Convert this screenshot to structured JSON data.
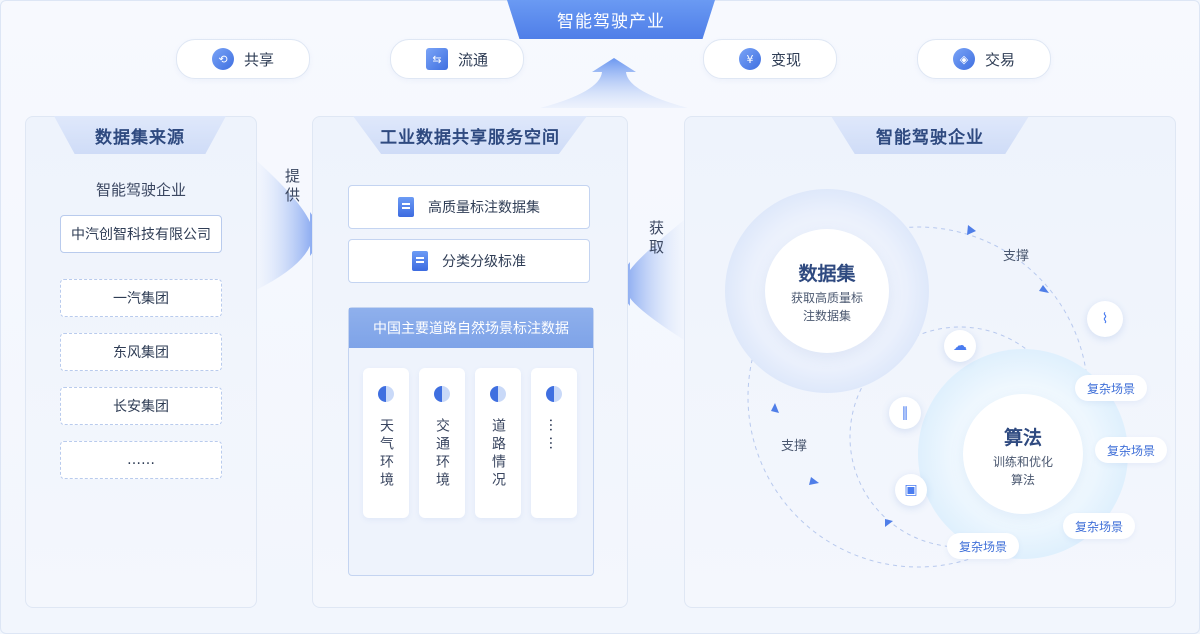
{
  "header": {
    "title": "智能驾驶产业"
  },
  "actions": [
    {
      "label": "共享",
      "icon": "share-icon"
    },
    {
      "label": "流通",
      "icon": "circulation-icon"
    },
    {
      "label": "变现",
      "icon": "monetize-icon"
    },
    {
      "label": "交易",
      "icon": "trade-icon"
    }
  ],
  "left_panel": {
    "title": "数据集来源",
    "subtitle": "智能驾驶企业",
    "companies": [
      "中汽创智科技有限公司",
      "一汽集团",
      "东风集团",
      "长安集团",
      "……"
    ]
  },
  "provide_label": "提供",
  "middle_panel": {
    "title": "工业数据共享服务空间",
    "datasets": [
      "高质量标注数据集",
      "分类分级标准"
    ],
    "scene_card": {
      "title": "中国主要道路自然场景标注数据",
      "columns": [
        "天气环境",
        "交通环境",
        "道路情况",
        "……"
      ]
    }
  },
  "obtain_label": "获取",
  "right_panel": {
    "title": "智能驾驶企业",
    "dataset_circle": {
      "title": "数据集",
      "desc_line1": "获取高质量标",
      "desc_line2": "注数据集"
    },
    "algorithm_circle": {
      "title": "算法",
      "desc_line1": "训练和优化",
      "desc_line2": "算法"
    },
    "support_labels": [
      "支撑",
      "支撑"
    ],
    "scene_tags": [
      "复杂场景",
      "复杂场景",
      "复杂场景",
      "复杂场景"
    ]
  },
  "colors": {
    "accent": "#4f7ee8",
    "panel_bg": "#eef3fc",
    "tag_text": "#3f6fd8"
  }
}
